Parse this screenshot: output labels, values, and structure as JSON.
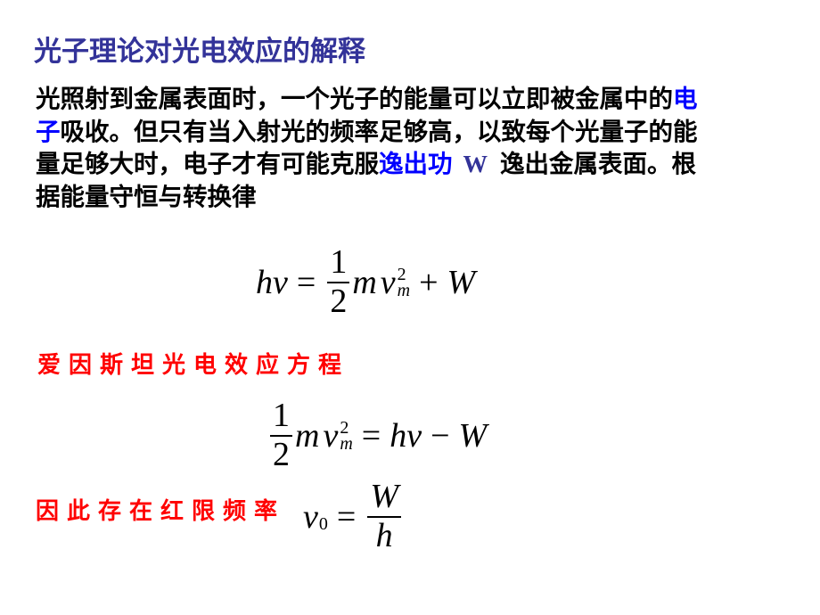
{
  "slide": {
    "title": "光子理论对光电效应的解释",
    "colors": {
      "title": "#333399",
      "body": "#000000",
      "highlight_blue": "#0000ff",
      "w_symbol": "#333399",
      "red_label": "#ff0000"
    }
  },
  "paragraph": {
    "line1": {
      "text": "光照射到金属表面时，一个光子的能量可以立即被金属中的",
      "blue_tail": "电"
    },
    "line2": {
      "blue_head": "子",
      "text": "吸收。但只有当入射光的频率足够高，以致每个光量子的能"
    },
    "line3": {
      "text": "量足够大时，电子才有可能克服",
      "blue_term": "逸出功",
      "symbol": "W",
      "tail": "逸出金属表面。根"
    },
    "line4": {
      "text": "据能量守恒与转换律"
    }
  },
  "equations": {
    "eq1": {
      "lhs_h": "h",
      "lhs_nu": "ν",
      "equals": "=",
      "frac_num": "1",
      "frac_den": "2",
      "m": "m",
      "v": "v",
      "sup": "2",
      "sub": "m",
      "plus": "+",
      "W": "W"
    },
    "eq2": {
      "frac_num": "1",
      "frac_den": "2",
      "m": "m",
      "v": "v",
      "sup": "2",
      "sub": "m",
      "equals": "=",
      "h": "h",
      "nu": "ν",
      "minus": "−",
      "W": "W"
    },
    "eq3": {
      "nu": "ν",
      "sub": "0",
      "equals": "=",
      "frac_num": "W",
      "frac_den": "h"
    }
  },
  "labels": {
    "einstein": "爱因斯坦光电效应方程",
    "threshold": "因此存在红限频率"
  }
}
